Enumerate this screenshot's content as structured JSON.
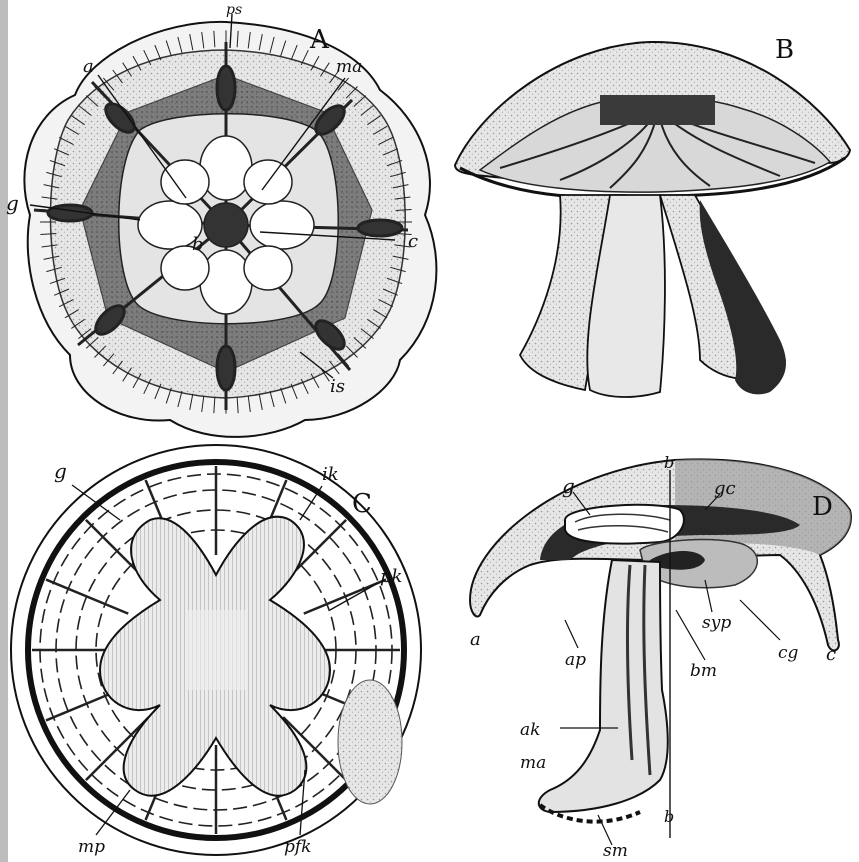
{
  "figure": {
    "panels": [
      {
        "id": "A",
        "letter": "A",
        "labels": [
          "ps",
          "a",
          "ma",
          "g",
          "b",
          "c",
          "is"
        ]
      },
      {
        "id": "B",
        "letter": "B",
        "labels": []
      },
      {
        "id": "C",
        "letter": "C",
        "labels": [
          "g",
          "ik",
          "pk",
          "mp",
          "pfk"
        ]
      },
      {
        "id": "D",
        "letter": "D",
        "labels": [
          "b",
          "g",
          "gc",
          "a",
          "ap",
          "cg",
          "syp",
          "ak",
          "bm",
          "ma",
          "c",
          "b",
          "sm"
        ]
      }
    ]
  },
  "colors": {
    "ink": "#111111",
    "shade": "#8a8a8a",
    "light": "#d9d9d9",
    "paper": "#ffffff"
  }
}
